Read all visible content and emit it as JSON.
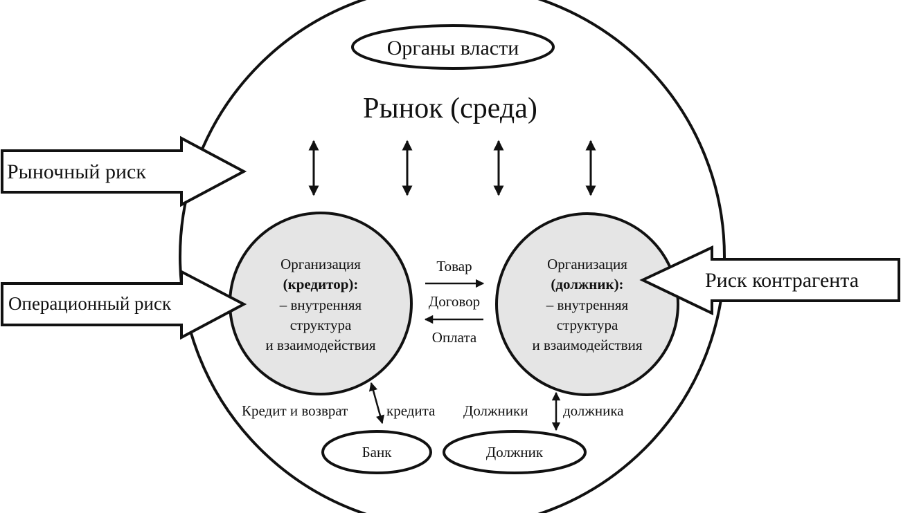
{
  "market": {
    "title": "Рынок (среда)",
    "authorities": "Органы власти"
  },
  "risks": {
    "market": "Рыночный риск",
    "operational": "Операционный риск",
    "counterparty": "Риск контрагента"
  },
  "creditor": {
    "line1": "Организация",
    "line2": "(кредитор):",
    "line3": "– внутренняя",
    "line4": "структура",
    "line5": "и взаимодействия"
  },
  "debtor": {
    "line1": "Организация",
    "line2": "(должник):",
    "line3": "– внутренняя",
    "line4": "структура",
    "line5": "и взаимодействия"
  },
  "flows": {
    "goods": "Товар",
    "contract": "Договор",
    "payment": "Оплата"
  },
  "bank": {
    "label": "Банк",
    "link_left": "Кредит и возврат",
    "link_right": "кредита"
  },
  "debtors": {
    "label": "Должник",
    "link_left": "Должники",
    "link_right": "должника"
  },
  "colors": {
    "line": "#111111",
    "org_fill": "#e5e5e5",
    "background": "#ffffff"
  }
}
